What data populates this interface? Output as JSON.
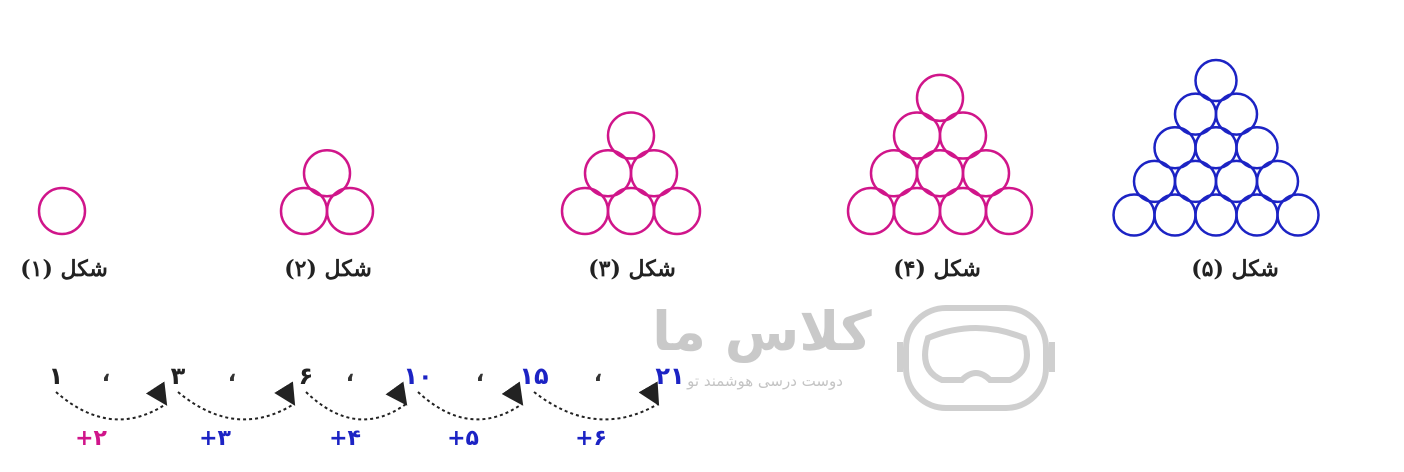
{
  "figures": [
    {
      "caption": "شکل (۱)",
      "rows": 1,
      "color": "#d0158a"
    },
    {
      "caption": "شکل (۲)",
      "rows": 2,
      "color": "#d0158a"
    },
    {
      "caption": "شکل (۳)",
      "rows": 3,
      "color": "#d0158a"
    },
    {
      "caption": "شکل (۴)",
      "rows": 4,
      "color": "#d0158a"
    },
    {
      "caption": "شکل (۵)",
      "rows": 5,
      "color": "#1c23c4"
    }
  ],
  "sequence": {
    "terms": [
      "۱",
      "۳",
      "۶",
      "۱۰",
      "۱۵",
      "۲۱"
    ],
    "term_colors": [
      "#222222",
      "#222222",
      "#222222",
      "#1c23c4",
      "#1c23c4",
      "#1c23c4"
    ],
    "separator": "،",
    "increments": [
      "+۲",
      "+۳",
      "+۴",
      "+۵",
      "+۶"
    ],
    "increment_colors": [
      "#d0158a",
      "#1c23c4",
      "#1c23c4",
      "#1c23c4",
      "#1c23c4"
    ]
  },
  "watermark": {
    "title": "کلاس ما",
    "subtitle": "دوست درسی هوشمند تو",
    "icon": "vr-headset-icon",
    "color": "#c8c8c8"
  }
}
